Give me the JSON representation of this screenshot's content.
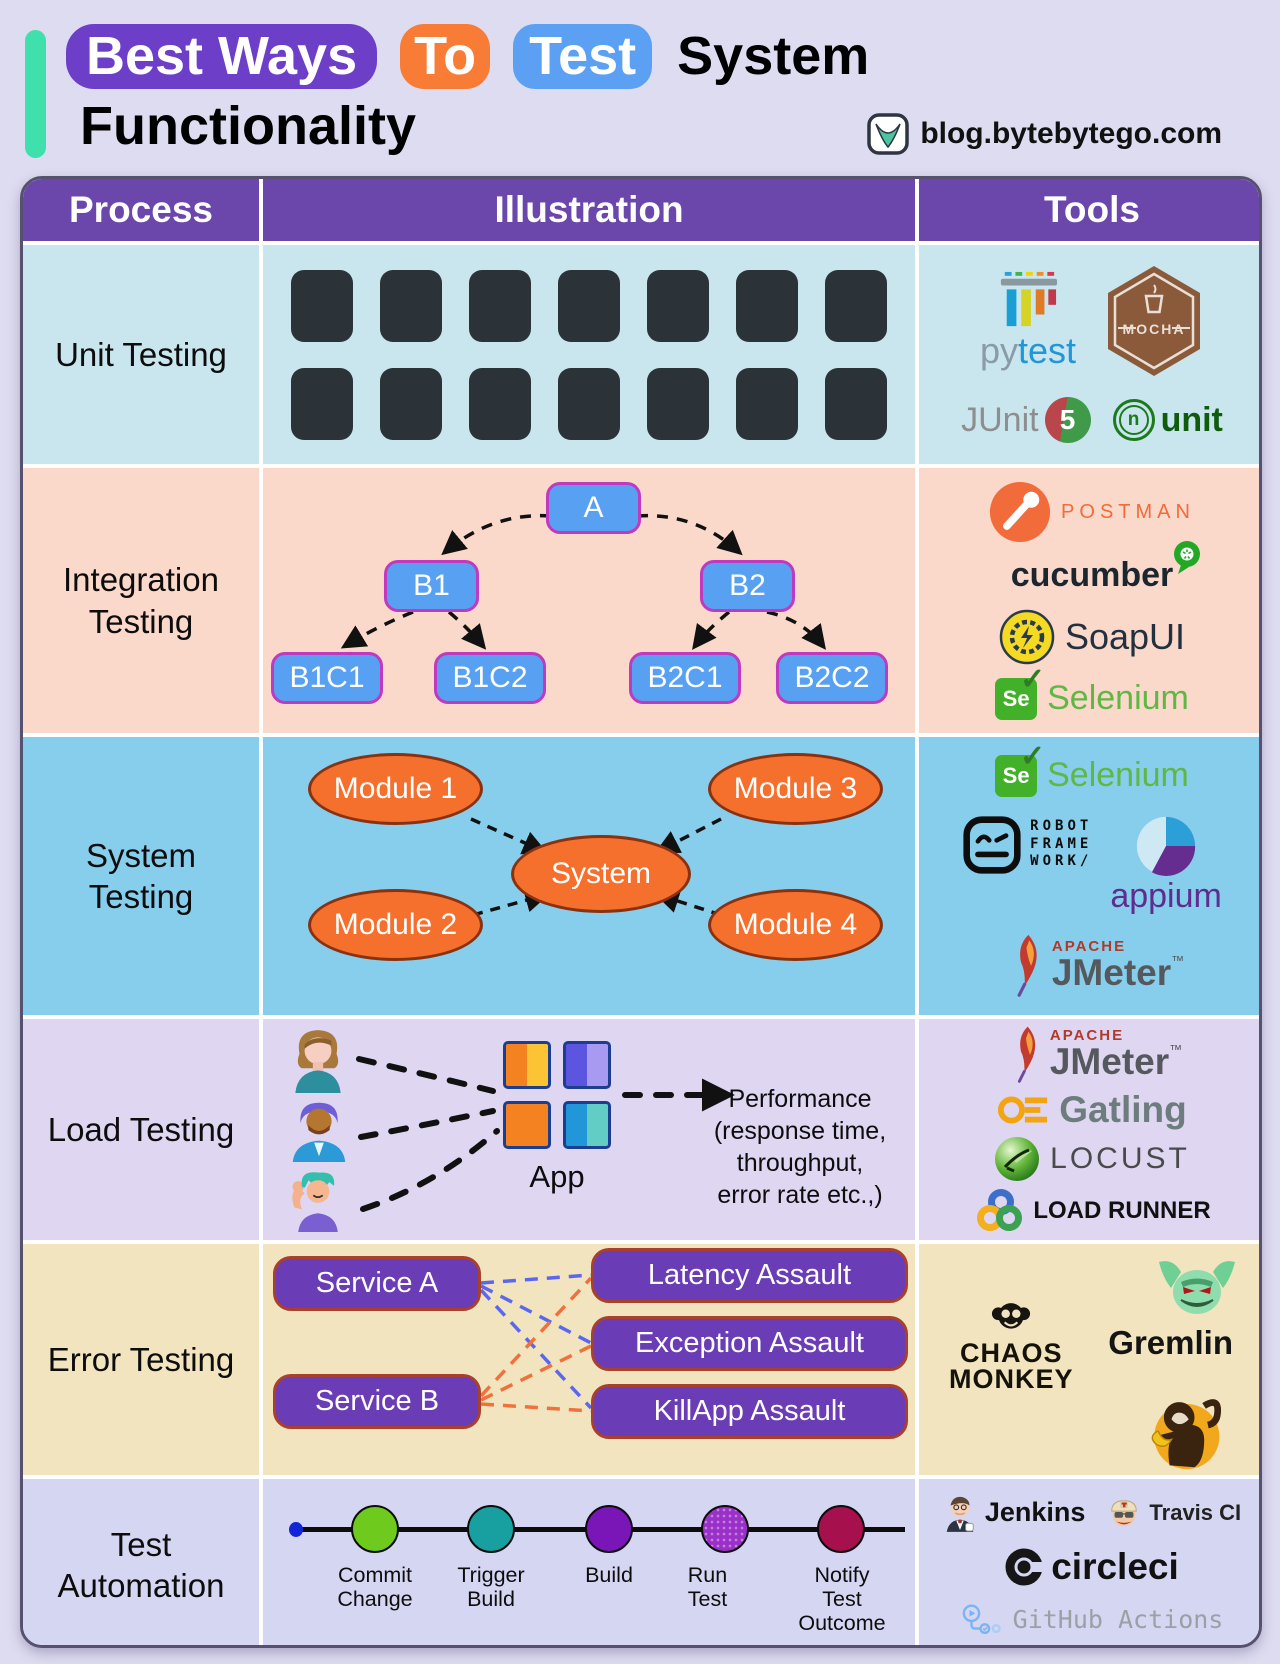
{
  "header": {
    "title": {
      "part1": "Best Ways",
      "part2": "To",
      "part3": "Test",
      "part4": "System",
      "line2": "Functionality"
    },
    "site": "blog.bytebytego.com"
  },
  "palette": {
    "page_bg": "#dedcf0",
    "table_header_purple": "#6b46ab",
    "row_unit_bg": "#c9e6ef",
    "row_integration_bg": "#fad8ca",
    "row_system_bg": "#87cdec",
    "row_load_bg": "#dfd6f2",
    "row_error_bg": "#f1e4bf",
    "row_automation_bg": "#d5d6f2",
    "title_highlight_purple": "#6d3fc8",
    "title_highlight_orange": "#f87c35",
    "title_highlight_blue": "#5ba0f2",
    "accent_teal": "#3fe0ac",
    "integration_node_blue": "#58a0f2",
    "integration_node_border": "#c03ac0",
    "system_node_orange": "#f5702c",
    "error_node_purple": "#6a3cb5",
    "error_line_blue": "#5b68ee",
    "error_line_orange": "#f0713c"
  },
  "columns": {
    "process": "Process",
    "illustration": "Illustration",
    "tools": "Tools"
  },
  "rows": {
    "unit": {
      "process": "Unit Testing",
      "illustration": {
        "code_block_count": 14
      },
      "tools": {
        "icons": [
          "pytest-logo",
          "mocha-badge",
          "junit5-logo",
          "nunit-logo"
        ],
        "pytest_py": "py",
        "pytest_test": "test",
        "mocha": "MOCHA",
        "junit": "JUnit",
        "junit_version": "5",
        "nunit_n": "n",
        "nunit": "unit"
      }
    },
    "integration": {
      "process": "Integration Testing",
      "nodes": {
        "a": "A",
        "b1": "B1",
        "b2": "B2",
        "b1c1": "B1C1",
        "b1c2": "B1C2",
        "b2c1": "B2C1",
        "b2c2": "B2C2"
      },
      "tools": {
        "icons": [
          "postman-logo",
          "cucumber-logo",
          "soapui-logo",
          "selenium-logo"
        ],
        "postman": "POSTMAN",
        "cucumber": "cucumber",
        "soapui": "SoapUI",
        "selenium_badge": "Se",
        "selenium": "Selenium"
      }
    },
    "system": {
      "process": "System Testing",
      "nodes": {
        "m1": "Module 1",
        "m2": "Module 2",
        "m3": "Module 3",
        "m4": "Module 4",
        "center": "System"
      },
      "tools": {
        "icons": [
          "selenium-logo",
          "robot-framework-logo",
          "appium-logo",
          "apache-jmeter-logo"
        ],
        "selenium_badge": "Se",
        "selenium": "Selenium",
        "robot_line1": "ROBOT",
        "robot_line2": "FRAME",
        "robot_line3": "WORK/",
        "appium": "appium",
        "apache": "APACHE",
        "jmeter": "JMeter",
        "jmeter_tm": "™"
      }
    },
    "load": {
      "process": "Load Testing",
      "app_label": "App",
      "performance_lines": [
        "Performance",
        "(response time,",
        "throughput,",
        "error rate etc.,)"
      ],
      "tools": {
        "icons": [
          "apache-jmeter-logo",
          "gatling-logo",
          "locust-logo",
          "loadrunner-logo"
        ],
        "apache": "APACHE",
        "jmeter": "JMeter",
        "jmeter_tm": "™",
        "gatling": "Gatling",
        "locust": "LOCUST",
        "loadrunner": "LOAD RUNNER"
      }
    },
    "error": {
      "process": "Error Testing",
      "services": {
        "a": "Service A",
        "b": "Service B"
      },
      "assaults": {
        "latency": "Latency Assault",
        "exception": "Exception Assault",
        "killapp": "KillApp Assault"
      },
      "tools": {
        "icons": [
          "gremlin-logo",
          "chaos-monkey-logo",
          "monkey-illustration"
        ],
        "gremlin": "Gremlin",
        "chaos_line1": "CHAOS",
        "chaos_line2": "MONKEY"
      }
    },
    "automation": {
      "process": "Test Automation",
      "steps": [
        {
          "label": "Commit Change",
          "color": "#6ecb1e"
        },
        {
          "label": "Trigger Build",
          "color": "#18a0a0"
        },
        {
          "label": "Build",
          "color": "#7a16b8"
        },
        {
          "label": "Run Test",
          "color": "#9b30c9"
        },
        {
          "label": "Notify Test Outcome",
          "color": "#a5104d"
        }
      ],
      "tools": {
        "icons": [
          "jenkins-logo",
          "travis-ci-logo",
          "circleci-logo",
          "github-actions-logo"
        ],
        "jenkins": "Jenkins",
        "travis": "Travis CI",
        "circleci": "circleci",
        "github_actions": "GitHub Actions"
      }
    }
  }
}
